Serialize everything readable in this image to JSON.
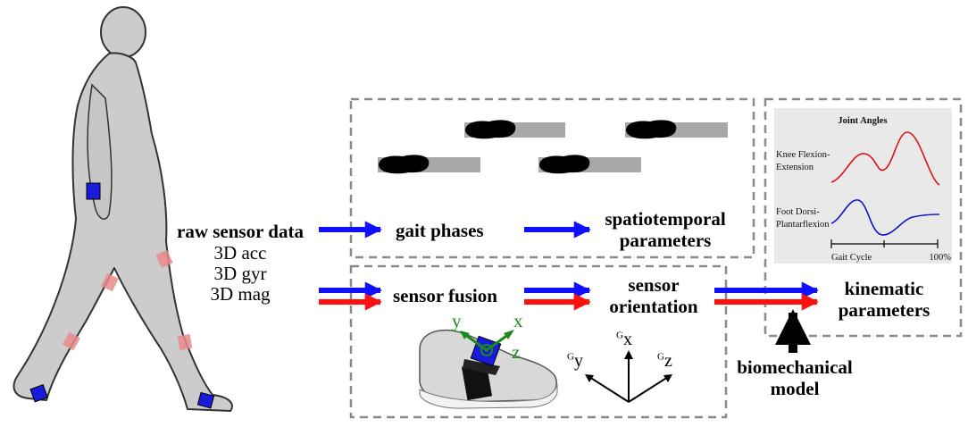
{
  "input": {
    "title": "raw sensor data",
    "lines": [
      "3D acc",
      "3D gyr",
      "3D mag"
    ]
  },
  "steps": {
    "gait_phases": "gait phases",
    "spatiotemporal": [
      "spatiotemporal",
      "parameters"
    ],
    "sensor_fusion": "sensor fusion",
    "sensor_orientation": [
      "sensor",
      "orientation"
    ],
    "kinematic": [
      "kinematic",
      "parameters"
    ],
    "biomechanical": [
      "biomechanical",
      "model"
    ]
  },
  "shoe_axes": {
    "y": "y",
    "x": "x",
    "z": "z"
  },
  "global_axes": {
    "gx": "x",
    "gy": "y",
    "gz": "z",
    "prefix": "G"
  },
  "chart_data": {
    "type": "line",
    "title": "Joint Angles",
    "series": [
      {
        "name": "Knee Flexion-Extension",
        "color": "#dd1111"
      },
      {
        "name": "Foot Dorsi-Plantarflexion",
        "color": "#1111cc"
      }
    ],
    "series_label_lines": [
      [
        "Knee Flexion-",
        "Extension"
      ],
      [
        "Foot Dorsi-",
        "Plantarflexion"
      ]
    ],
    "xlabel": "Gait Cycle",
    "x_end_label": "100%"
  },
  "colors": {
    "blue_arrow": "#1010ff",
    "red_arrow": "#ff1010",
    "body": "#cccccc",
    "sensor_blue": "#1a1adb",
    "sensor_red": "#e88a8a",
    "dash_box": "#8a8a8a",
    "chart_bg": "#e9e9e9",
    "axis_green": "#1a8a1a"
  }
}
